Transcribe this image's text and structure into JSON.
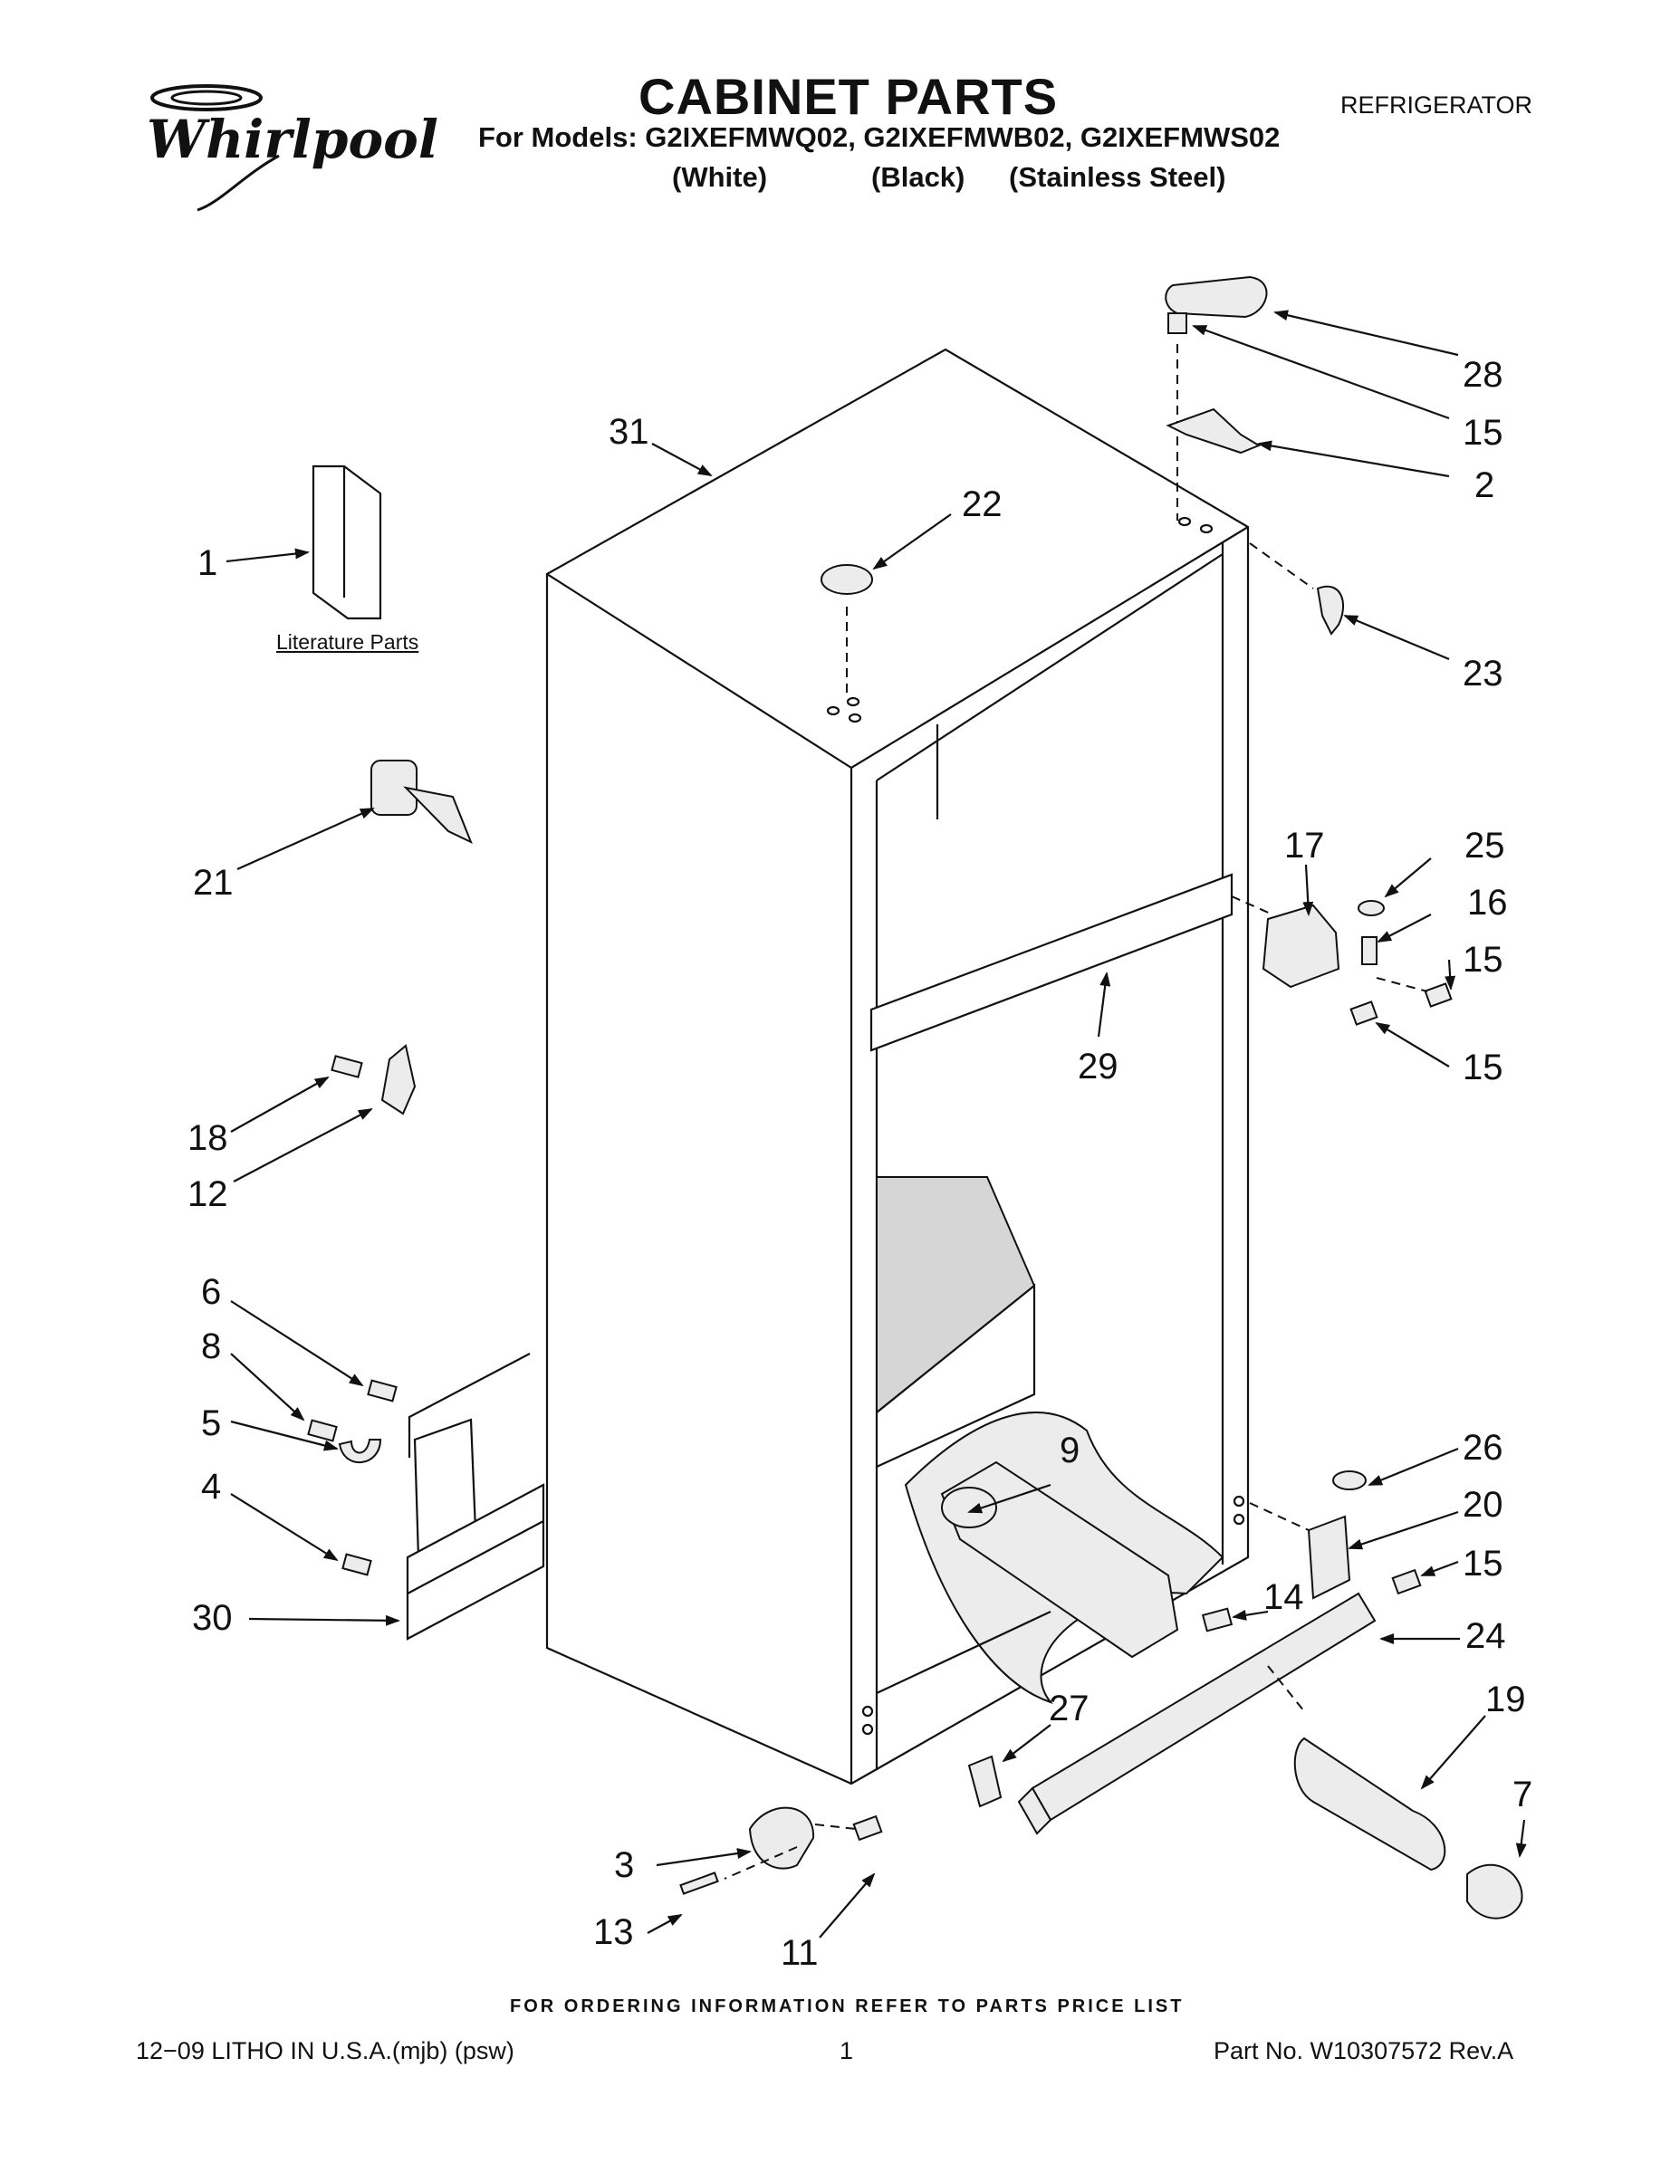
{
  "header": {
    "brand": "Whirlpool",
    "title": "CABINET PARTS",
    "models_line": "For Models: G2IXEFMWQ02, G2IXEFMWB02, G2IXEFMWS02",
    "variants": [
      "(White)",
      "(Black)",
      "(Stainless Steel)"
    ],
    "category": "REFRIGERATOR"
  },
  "literature_label": "Literature Parts",
  "labels": {
    "p1": "1",
    "p2": "2",
    "p3": "3",
    "p4": "4",
    "p5": "5",
    "p6": "6",
    "p7": "7",
    "p8": "8",
    "p9": "9",
    "p11": "11",
    "p12": "12",
    "p13": "13",
    "p14": "14",
    "p15a": "15",
    "p15b": "15",
    "p15c": "15",
    "p15d": "15",
    "p16": "16",
    "p17": "17",
    "p18": "18",
    "p19": "19",
    "p20": "20",
    "p21": "21",
    "p22": "22",
    "p23": "23",
    "p24": "24",
    "p25": "25",
    "p26": "26",
    "p27": "27",
    "p28": "28",
    "p29": "29",
    "p30": "30",
    "p31": "31"
  },
  "footer": {
    "ordering_note": "FOR ORDERING INFORMATION REFER TO PARTS PRICE LIST",
    "litho": "12−09 LITHO IN U.S.A.(mjb) (psw)",
    "page": "1",
    "part_no": "Part No. W10307572 Rev.A"
  }
}
